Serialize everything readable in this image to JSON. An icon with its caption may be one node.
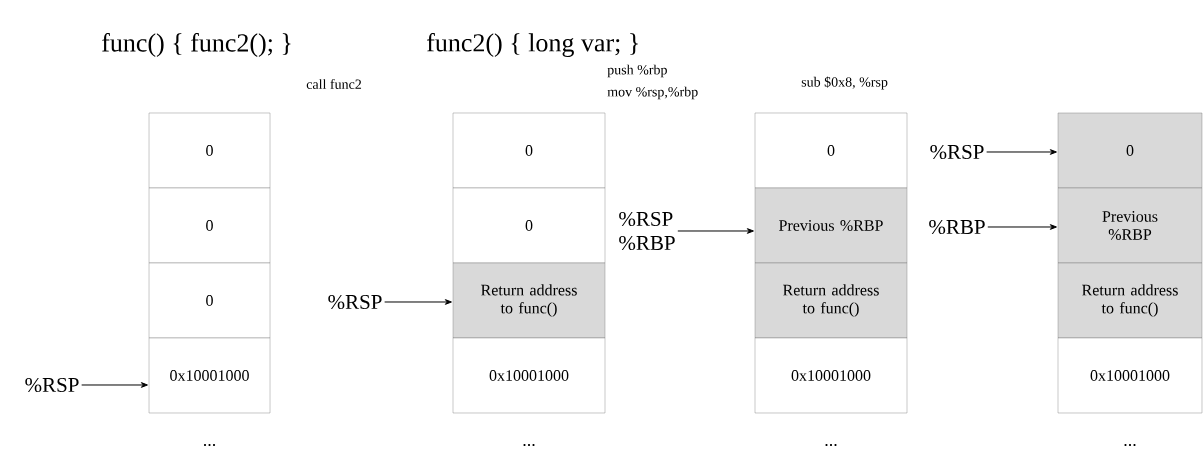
{
  "diagram": {
    "nodes": [
      {
        "text": [
          "0"
        ]
      },
      {
        "text": [
          "0"
        ]
      },
      {
        "text": [
          "0"
        ]
      },
      {
        "text": [
          "0x10001000"
        ]
      },
      {
        "text": [
          "0"
        ]
      },
      {
        "text": [
          "0"
        ]
      },
      {
        "text": [
          "Return address to func()"
        ]
      },
      {
        "text": [
          "0x10001000"
        ]
      },
      {
        "text": [
          "0"
        ]
      },
      {
        "text": [
          "Previous %RBP"
        ]
      },
      {
        "text": [
          "Return address to func()"
        ]
      },
      {
        "text": [
          "0x10001000"
        ]
      },
      {
        "text": [
          "0"
        ]
      },
      {
        "text": [
          "Previous %RBP"
        ]
      },
      {
        "text": [
          "Return address to func()"
        ]
      },
      {
        "text": [
          "0x10001000"
        ]
      },
      {
        "text": [
          "%RSP"
        ]
      },
      {
        "text": [
          "%RSP"
        ]
      },
      {
        "text": [
          "%RSP",
          "%RBP"
        ]
      },
      {
        "text": [
          "%RSP"
        ]
      },
      {
        "text": [
          "%RBP"
        ]
      }
    ],
    "edges": [
      {
        "from": 16,
        "to": 3,
        "arrow": "to"
      },
      {
        "from": 17,
        "to": 6,
        "arrow": "to"
      },
      {
        "from": 18,
        "to": 9,
        "arrow": "to"
      },
      {
        "from": 19,
        "to": 12,
        "arrow": "to"
      },
      {
        "from": 20,
        "to": 13,
        "arrow": "to"
      }
    ],
    "labels": [
      "func() { func2(); }",
      "func2() { long var; }",
      "call func2",
      "push %rbp",
      "mov %rsp,%rbp",
      "sub $0x8, %rsp",
      "...",
      "...",
      "...",
      "..."
    ]
  }
}
